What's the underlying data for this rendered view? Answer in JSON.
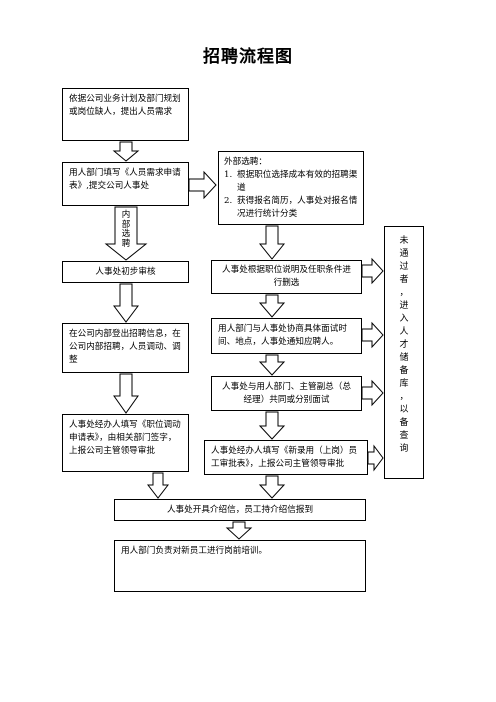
{
  "title": "招聘流程图",
  "boxes": {
    "plan": "依据公司业务计划及部门规划或岗位缺人，提出人员需求",
    "dept_fill": "用人部门填写《人员需求申请表》,提交公司人事处",
    "external_heading": "外部选聘：",
    "external_items": [
      {
        "num": "1.",
        "text": "根据职位选择成本有效的招聘渠道"
      },
      {
        "num": "2.",
        "text": "获得报名简历，人事处对报名情况进行统计分类"
      }
    ],
    "internal_label": [
      "内",
      "部",
      "选",
      "聘"
    ],
    "initial_review": "人事处初步审核",
    "screen": "人事处根据职位说明及任职条件进行删选",
    "internal_post": "在公司内部登出招聘信息，在公司内部招聘，人员调动、调整",
    "interview_notice": "用人部门与人事处协商具体面试时间、地点，人事处通知应聘人。",
    "interview": "人事处与用人部门、主管副总（总经理）共同或分别面试",
    "transfer_form": "人事处经办人填写《职位调动申请表》，由相关部门签字，上报公司主管领导审批",
    "hire_form": "人事处经办人填写《新录用（上岗）员工审批表》，上报公司主管领导审批",
    "intro_letter": "人事处开具介绍信，员工持介绍信报到",
    "training": "用人部门负责对新员工进行岗前培训。",
    "reserve": [
      "未",
      "通",
      "过",
      "者",
      "，",
      "进",
      "入",
      "人",
      "才",
      "储",
      "备",
      "库",
      "，",
      "以",
      "备",
      "查",
      "询"
    ]
  }
}
